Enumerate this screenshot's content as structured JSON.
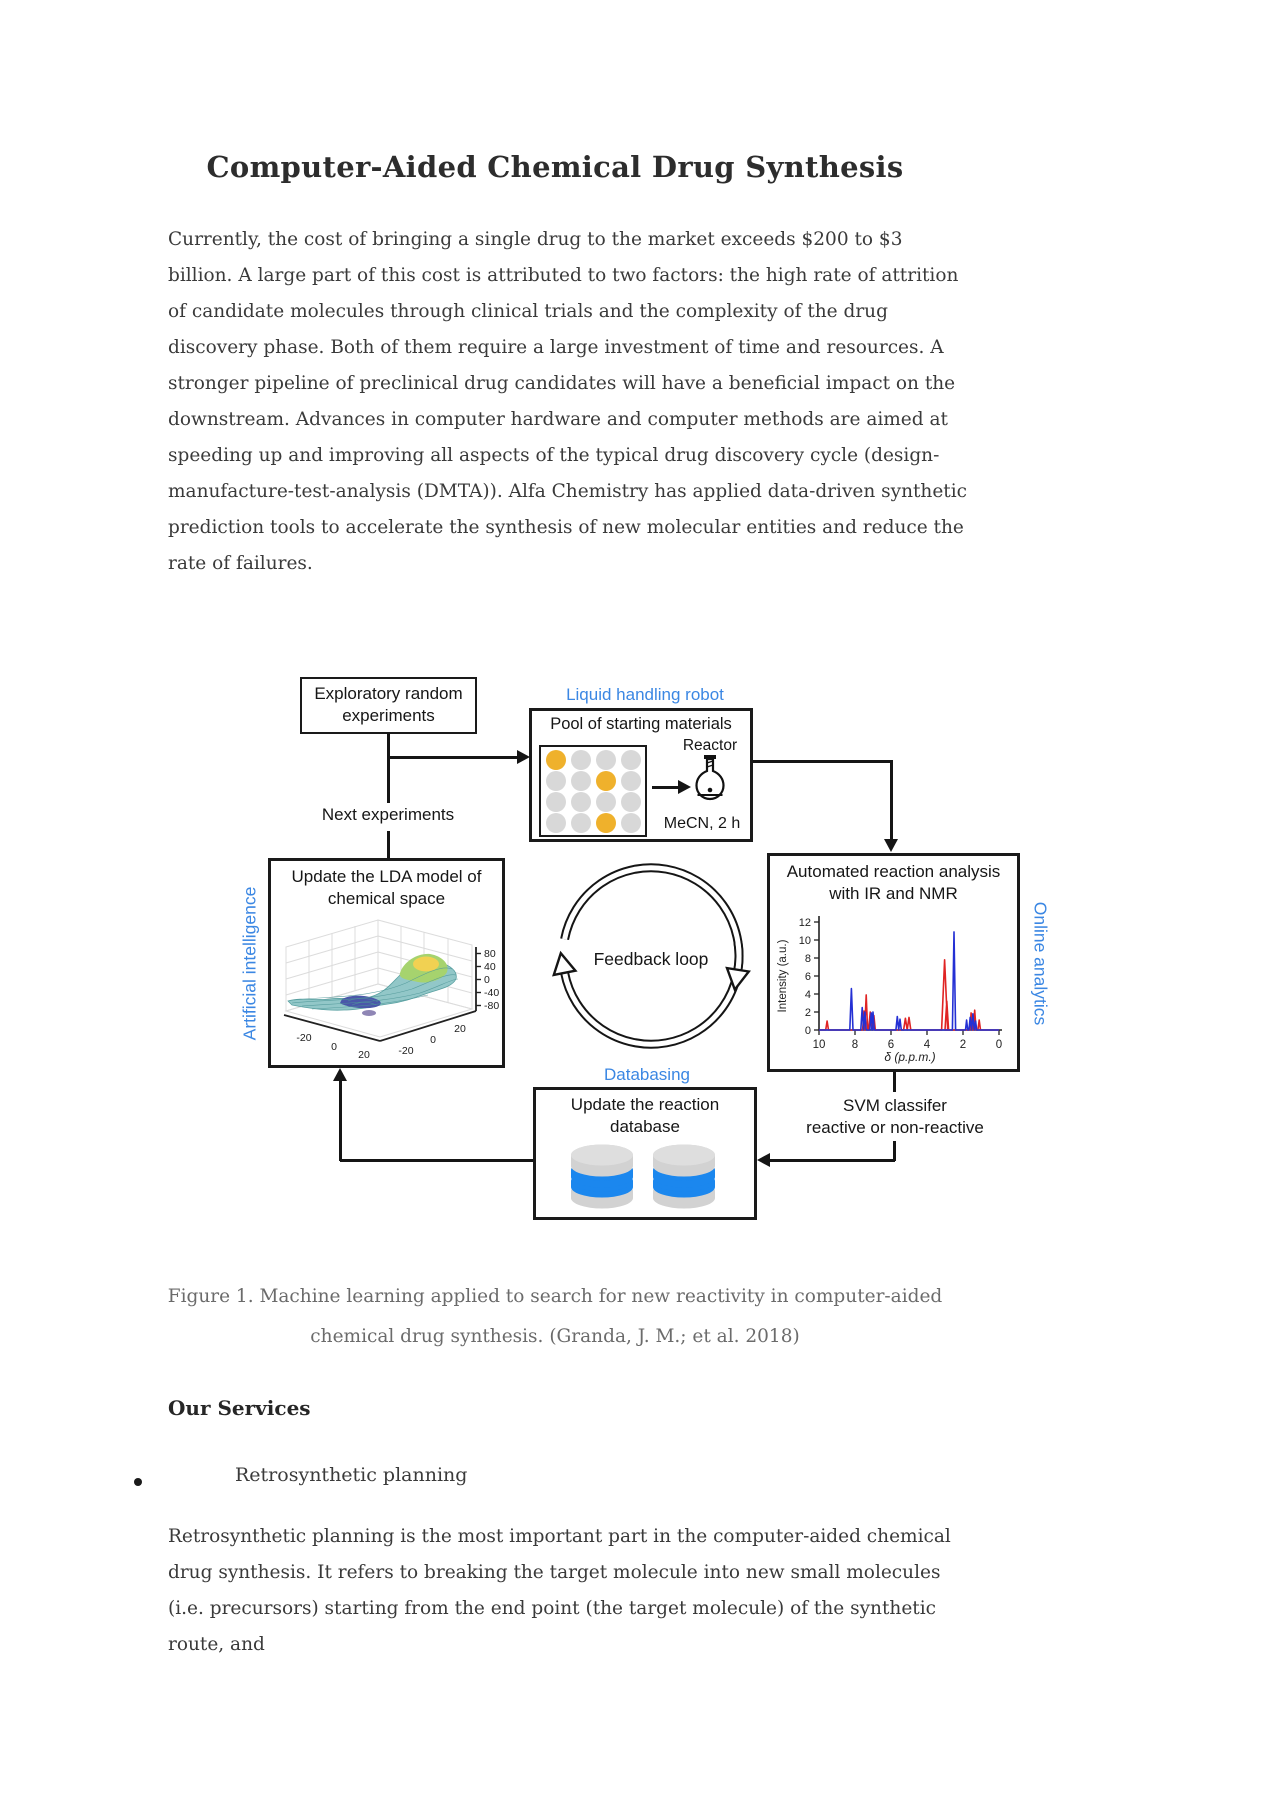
{
  "document": {
    "title": "Computer-Aided Chemical Drug Synthesis",
    "intro_paragraph": "Currently, the cost of bringing a single drug to the market exceeds $200 to $3 billion. A large part of this cost is attributed to two factors: the high rate of attrition of candidate molecules through clinical trials and the complexity of the drug discovery phase. Both of them require a large investment of time and resources. A stronger pipeline of preclinical drug candidates will have a beneficial impact on the downstream. Advances in computer hardware and computer methods are aimed at speeding up and improving all aspects of the typical drug discovery cycle (design-manufacture-test-analysis (DMTA)). Alfa Chemistry has applied data-driven synthetic prediction tools to accelerate the synthesis of new molecular entities and reduce the rate of failures.",
    "figure_caption_lines": [
      "Figure 1. Machine learning applied to search for new reactivity in computer-aided",
      "chemical drug synthesis. (Granda, J. M.; et al. 2018)"
    ],
    "services_heading": "Our Services",
    "service_bullet": "Retrosynthetic planning",
    "body_paragraph": "Retrosynthetic planning is the most important part in the computer-aided chemical drug synthesis. It refers to breaking the target molecule into new small molecules (i.e. precursors) starting from the end point (the target molecule) of the synthetic route, and"
  },
  "diagram": {
    "colors": {
      "accent_blue": "#3b87e3",
      "well_yellow": "#efb12c",
      "well_gray": "#d8d8d8",
      "db_blue": "#1b87ee",
      "db_gray": "#d2d2d2",
      "nmr_red": "#e02424",
      "nmr_blue": "#2430d4"
    },
    "labels": {
      "exploratory_box": "Exploratory random experiments",
      "liquid_handling": "Liquid handling robot",
      "pool_title": "Pool of starting materials",
      "reactor": "Reactor",
      "mecn": "MeCN, 2 h",
      "next_experiments": "Next experiments",
      "lda_box": "Update the LDA model of chemical space",
      "artificial_intelligence": "Artificial intelligence",
      "feedback_loop": "Feedback loop",
      "automated_box": "Automated reaction analysis with IR and NMR",
      "online_analytics": "Online analytics",
      "databasing": "Databasing",
      "database_box": "Update the reaction database",
      "svm_lines": [
        "SVM classifer",
        "reactive or non-reactive"
      ]
    },
    "wellplate": {
      "rows": [
        [
          "y",
          "g",
          "g",
          "g"
        ],
        [
          "g",
          "g",
          "y",
          "g"
        ],
        [
          "g",
          "g",
          "g",
          "g"
        ],
        [
          "g",
          "g",
          "y",
          "g"
        ]
      ]
    }
  },
  "chart_data": [
    {
      "type": "line",
      "context": "NMR spectrum inside 'Automated reaction analysis with IR and NMR' box",
      "xlabel": "δ (p.p.m.)",
      "ylabel": "Intensity (a.u.)",
      "x_ticks": [
        10,
        8,
        6,
        4,
        2,
        0
      ],
      "y_ticks": [
        0,
        2,
        4,
        6,
        8,
        10,
        12
      ],
      "x_reversed": true,
      "ylim": [
        0,
        12
      ],
      "series": [
        {
          "name": "spectrum-red",
          "color": "#e02424",
          "peaks": [
            [
              9.55,
              1.0,
              0.08
            ],
            [
              7.5,
              2.1,
              0.08
            ],
            [
              7.38,
              3.9,
              0.08
            ],
            [
              7.15,
              2.0,
              0.1
            ],
            [
              6.95,
              1.6,
              0.08
            ],
            [
              5.2,
              1.3,
              0.1
            ],
            [
              5.0,
              1.4,
              0.1
            ],
            [
              3.02,
              7.8,
              0.17
            ],
            [
              2.9,
              3.2,
              0.1
            ],
            [
              1.55,
              1.9,
              0.08
            ],
            [
              1.35,
              2.2,
              0.08
            ],
            [
              1.1,
              1.1,
              0.07
            ]
          ]
        },
        {
          "name": "spectrum-blue",
          "color": "#2430d4",
          "peaks": [
            [
              8.2,
              4.6,
              0.09
            ],
            [
              7.6,
              2.5,
              0.08
            ],
            [
              7.45,
              2.0,
              0.07
            ],
            [
              7.1,
              1.9,
              0.08
            ],
            [
              7.0,
              2.0,
              0.07
            ],
            [
              5.65,
              1.5,
              0.08
            ],
            [
              5.5,
              1.2,
              0.07
            ],
            [
              2.5,
              10.9,
              0.09
            ],
            [
              1.8,
              1.1,
              0.06
            ],
            [
              1.6,
              1.4,
              0.07
            ],
            [
              1.45,
              1.8,
              0.07
            ],
            [
              1.3,
              1.0,
              0.06
            ]
          ]
        }
      ]
    },
    {
      "type": "surface",
      "context": "3D LDA model surface inside 'Update the LDA model of chemical space' box",
      "z_ticks": [
        "80",
        "40",
        "0",
        "-40",
        "-80"
      ],
      "x_ticks": [
        "-20",
        "0",
        "20"
      ],
      "y_ticks": [
        "20",
        "0",
        "-20"
      ]
    }
  ]
}
